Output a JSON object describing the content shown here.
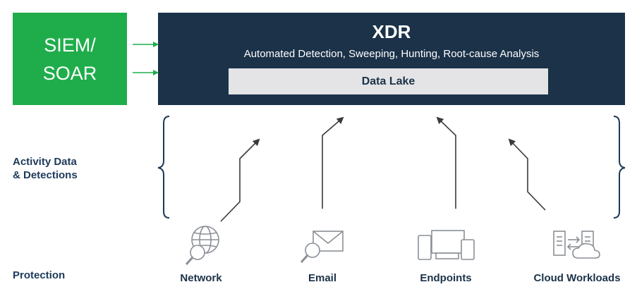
{
  "siem": {
    "line1": "SIEM/",
    "line2": "SOAR"
  },
  "xdr": {
    "title": "XDR",
    "subtitle": "Automated Detection, Sweeping, Hunting, Root-cause Analysis",
    "data_lake": "Data Lake"
  },
  "labels": {
    "activity_line1": "Activity Data",
    "activity_line2": "& Detections",
    "protection": "Protection"
  },
  "sources": [
    {
      "label": "Network",
      "icon": "network-globe-icon"
    },
    {
      "label": "Email",
      "icon": "email-magnifier-icon"
    },
    {
      "label": "Endpoints",
      "icon": "endpoint-devices-icon"
    },
    {
      "label": "Cloud Workloads",
      "icon": "cloud-servers-icon"
    }
  ],
  "colors": {
    "siem_green": "#1fad4b",
    "xdr_navy": "#1b3249",
    "lake_gray": "#e4e4e6",
    "label_blue": "#1c3a5a",
    "arrow_gray": "#3a3a3a",
    "icon_gray": "#8a8f96"
  }
}
